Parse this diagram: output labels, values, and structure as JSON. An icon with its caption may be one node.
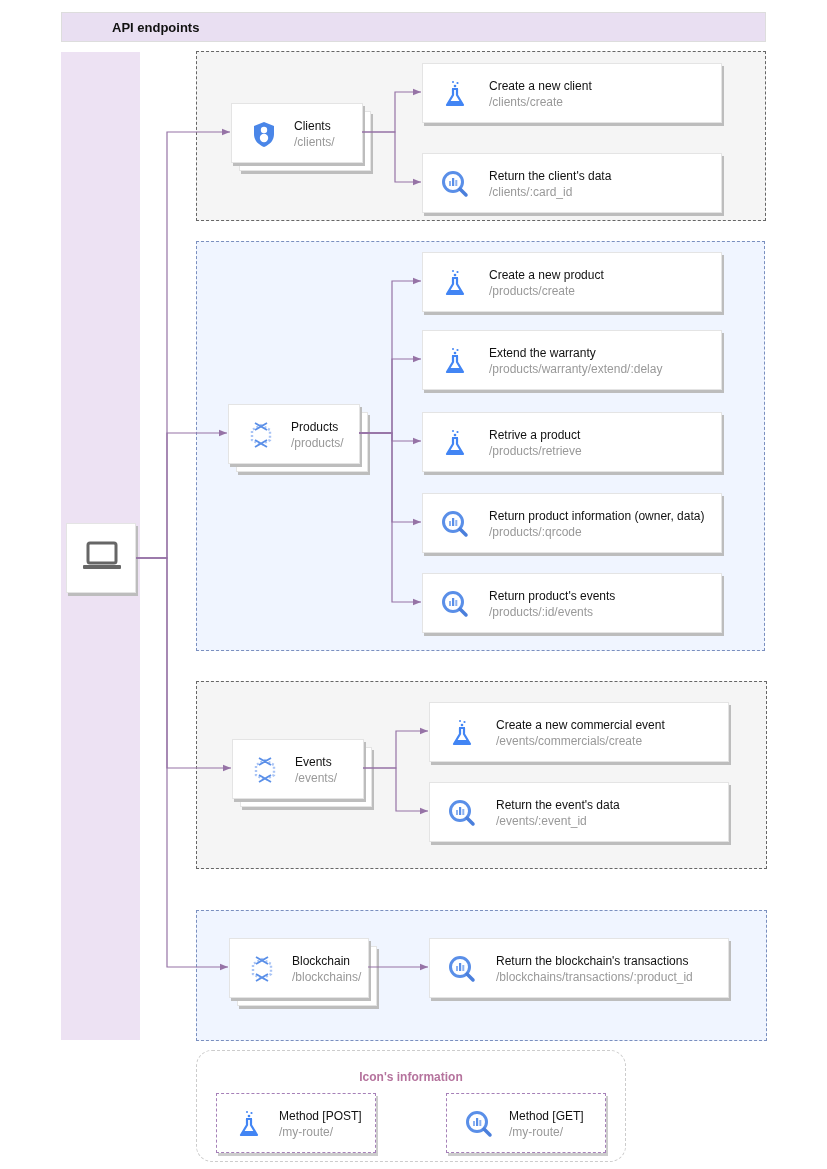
{
  "diagram": {
    "nodes": [
      {
        "text": [
          "API endpoints"
        ]
      },
      {
        "text": [],
        "shape": "box"
      },
      {
        "text": [],
        "shape": "box"
      },
      {
        "text": [
          "Clients",
          "/clients/"
        ],
        "in": 2
      },
      {
        "text": [
          "Create a new client",
          "/clients/create"
        ],
        "in": 2
      },
      {
        "text": [
          "Return the client's data",
          "/clients/:card_id"
        ],
        "in": 2
      },
      {
        "text": [],
        "shape": "box"
      },
      {
        "text": [
          "Products",
          "/products/"
        ],
        "in": 6
      },
      {
        "text": [
          "Create a new product",
          "/products/create"
        ],
        "in": 6
      },
      {
        "text": [
          "Extend the warranty",
          "/products/warranty/extend/:delay"
        ],
        "in": 6
      },
      {
        "text": [
          "Retrive a product",
          "/products/retrieve"
        ],
        "in": 6
      },
      {
        "text": [
          "Return product information (owner, data)",
          "/products/:qrcode"
        ],
        "in": 6
      },
      {
        "text": [
          "Return product's events",
          "/products/:id/events"
        ],
        "in": 6
      },
      {
        "text": [],
        "shape": "box"
      },
      {
        "text": [
          "Events",
          "/events/"
        ],
        "in": 13
      },
      {
        "text": [
          "Create a new commercial event",
          "/events/commercials/create"
        ],
        "in": 13
      },
      {
        "text": [
          "Return the event's data",
          "/events/:event_id"
        ],
        "in": 13
      },
      {
        "text": [],
        "shape": "box"
      },
      {
        "text": [
          "Blockchain",
          "/blockchains/"
        ],
        "in": 17
      },
      {
        "text": [
          "Return the blockchain's transactions",
          "/blockchains/transactions/:product_id"
        ],
        "in": 17
      },
      {
        "text": [
          "Icon's information"
        ]
      },
      {
        "text": [
          "Method [POST]",
          "/my-route/"
        ],
        "in": 20
      },
      {
        "text": [
          "Method [GET]",
          "/my-route/"
        ],
        "in": 20
      }
    ],
    "edges": [
      {
        "from": 1,
        "to": 3,
        "arrow": "to"
      },
      {
        "from": 1,
        "to": 7,
        "arrow": "to"
      },
      {
        "from": 1,
        "to": 14,
        "arrow": "to"
      },
      {
        "from": 1,
        "to": 18,
        "arrow": "to"
      },
      {
        "from": 3,
        "to": 4,
        "arrow": "to"
      },
      {
        "from": 3,
        "to": 5,
        "arrow": "to"
      },
      {
        "from": 7,
        "to": 8,
        "arrow": "to"
      },
      {
        "from": 7,
        "to": 9,
        "arrow": "to"
      },
      {
        "from": 7,
        "to": 10,
        "arrow": "to"
      },
      {
        "from": 7,
        "to": 11,
        "arrow": "to"
      },
      {
        "from": 7,
        "to": 12,
        "arrow": "to"
      },
      {
        "from": 14,
        "to": 15,
        "arrow": "to"
      },
      {
        "from": 14,
        "to": 16,
        "arrow": "to"
      },
      {
        "from": 18,
        "to": 19,
        "arrow": "to"
      }
    ]
  }
}
